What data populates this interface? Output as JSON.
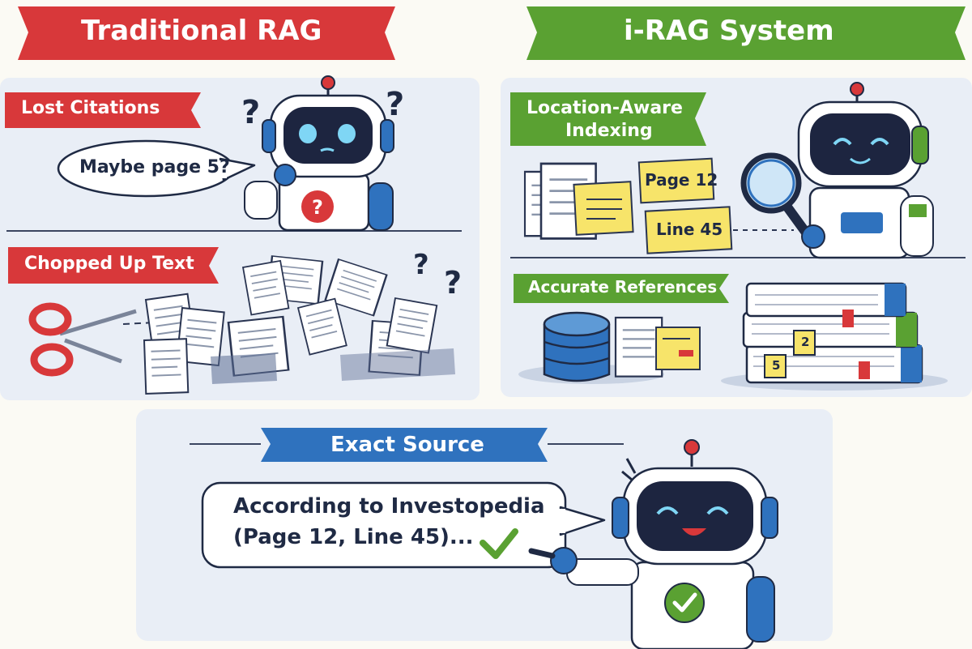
{
  "traditional": {
    "title": "Traditional RAG",
    "lost_citations": {
      "tag": "Lost Citations",
      "bubble": "Maybe page 5?"
    },
    "chopped": {
      "tag": "Chopped Up Text"
    }
  },
  "irag": {
    "title": "i-RAG System",
    "location": {
      "tag_line1": "Location-Aware",
      "tag_line2": "Indexing",
      "note_page": "Page 12",
      "note_line": "Line 45"
    },
    "accurate": {
      "tag": "Accurate References",
      "book_num_a": "2",
      "book_num_b": "5"
    }
  },
  "exact": {
    "tag": "Exact Source",
    "quote_line1": "According to Investopedia",
    "quote_line2": "(Page 12, Line 45)..."
  },
  "colors": {
    "red": "#d8383a",
    "green": "#5aa132",
    "blue": "#2f72be",
    "panel": "#e9eef6",
    "note_yellow": "#f7e46a",
    "robot_face": "#1d2540",
    "robot_eye": "#7fd6f5"
  },
  "icons": [
    "question-icon",
    "scissors-icon",
    "magnifier-icon",
    "database-icon",
    "checkmark-icon",
    "bookmark-icon"
  ]
}
